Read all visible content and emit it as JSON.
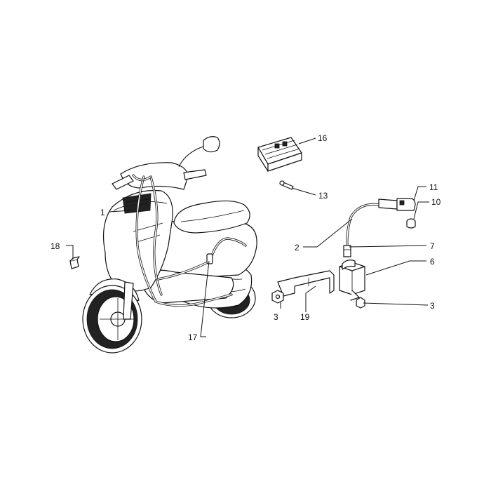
{
  "diagram": {
    "callouts": [
      {
        "id": "c1",
        "text": "1"
      },
      {
        "id": "c2",
        "text": "2"
      },
      {
        "id": "c3a",
        "text": "3"
      },
      {
        "id": "c3b",
        "text": "3"
      },
      {
        "id": "c6",
        "text": "6"
      },
      {
        "id": "c7",
        "text": "7"
      },
      {
        "id": "c10",
        "text": "10"
      },
      {
        "id": "c11",
        "text": "11"
      },
      {
        "id": "c13",
        "text": "13"
      },
      {
        "id": "c16",
        "text": "16"
      },
      {
        "id": "c17",
        "text": "17"
      },
      {
        "id": "c18",
        "text": "18"
      },
      {
        "id": "c19",
        "text": "19"
      }
    ]
  }
}
